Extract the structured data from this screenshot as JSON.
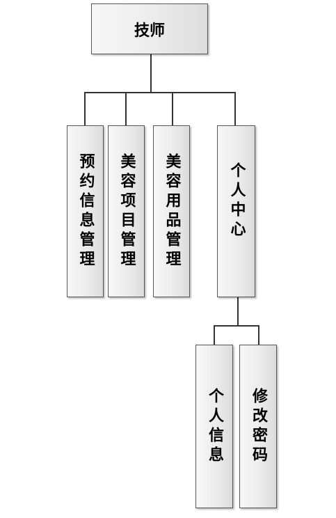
{
  "diagram": {
    "root": {
      "label": "技师"
    },
    "children": [
      {
        "label": "预约信息管理"
      },
      {
        "label": "美容项目管理"
      },
      {
        "label": "美容用品管理"
      },
      {
        "label": "个人中心"
      }
    ],
    "sub_children": [
      {
        "label": "个人信息"
      },
      {
        "label": "修改密码"
      }
    ]
  }
}
